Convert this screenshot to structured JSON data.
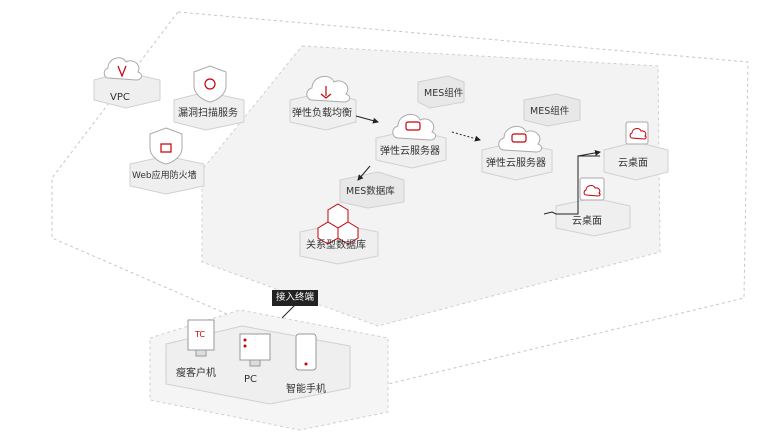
{
  "nodes": {
    "vpc": "VPC",
    "vuln_scan": "漏洞扫描服务",
    "waf": "Web应用防火墙",
    "elb": "弹性负载均衡",
    "ecs1": "弹性云服务器",
    "ecs1_tag": "MES组件",
    "ecs2": "弹性云服务器",
    "ecs2_tag": "MES组件",
    "rds": "关系型数据库",
    "rds_tag": "MES数据库",
    "desktop1": "云桌面",
    "desktop2": "云桌面",
    "thin_client": "瘦客户机",
    "pc": "PC",
    "phone": "智能手机"
  },
  "labels": {
    "access_terminal": "接入终端",
    "tc_screen": "TC"
  },
  "colors": {
    "accent": "#c7000b",
    "platform_top": "#efefef",
    "platform_side": "#d9d9d9",
    "dash": "#c6c6c6"
  }
}
